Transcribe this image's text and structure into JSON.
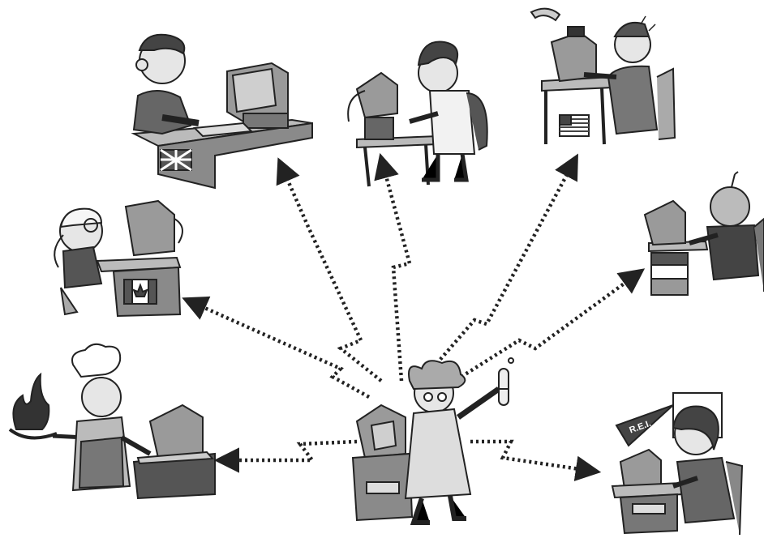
{
  "pennant": {
    "text": "R.E.I."
  },
  "figures": [
    {
      "id": "scientist",
      "flag": "none"
    },
    {
      "id": "uk-user",
      "flag": "united-kingdom"
    },
    {
      "id": "bench-user",
      "flag": "none"
    },
    {
      "id": "us-user",
      "flag": "united-states"
    },
    {
      "id": "canada-user",
      "flag": "canada"
    },
    {
      "id": "striped-flag-user",
      "flag": "tricolor"
    },
    {
      "id": "chef",
      "flag": "none"
    },
    {
      "id": "student",
      "flag": "none"
    }
  ],
  "colors": {
    "ink": "#222222",
    "desk": "#8a8a8a",
    "desk_dark": "#5c5c5c",
    "screen": "#9a9a9a",
    "paper": "#ffffff",
    "skin": "#e6e6e6"
  }
}
